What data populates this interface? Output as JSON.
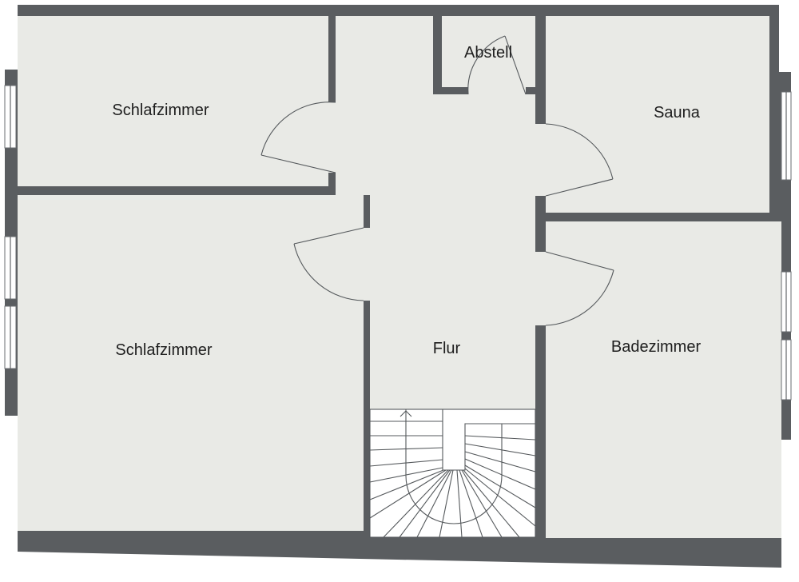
{
  "floor_plan": {
    "rooms": [
      {
        "id": "schlafzimmer-1",
        "label": "Schlafzimmer"
      },
      {
        "id": "schlafzimmer-2",
        "label": "Schlafzimmer"
      },
      {
        "id": "abstell",
        "label": "Abstell"
      },
      {
        "id": "flur",
        "label": "Flur"
      },
      {
        "id": "sauna",
        "label": "Sauna"
      },
      {
        "id": "badezimmer",
        "label": "Badezimmer"
      }
    ]
  },
  "colors": {
    "wall": "#5a5d60",
    "floor": "#e9eae6",
    "background": "#ffffff",
    "text": "#1e1e1e"
  }
}
